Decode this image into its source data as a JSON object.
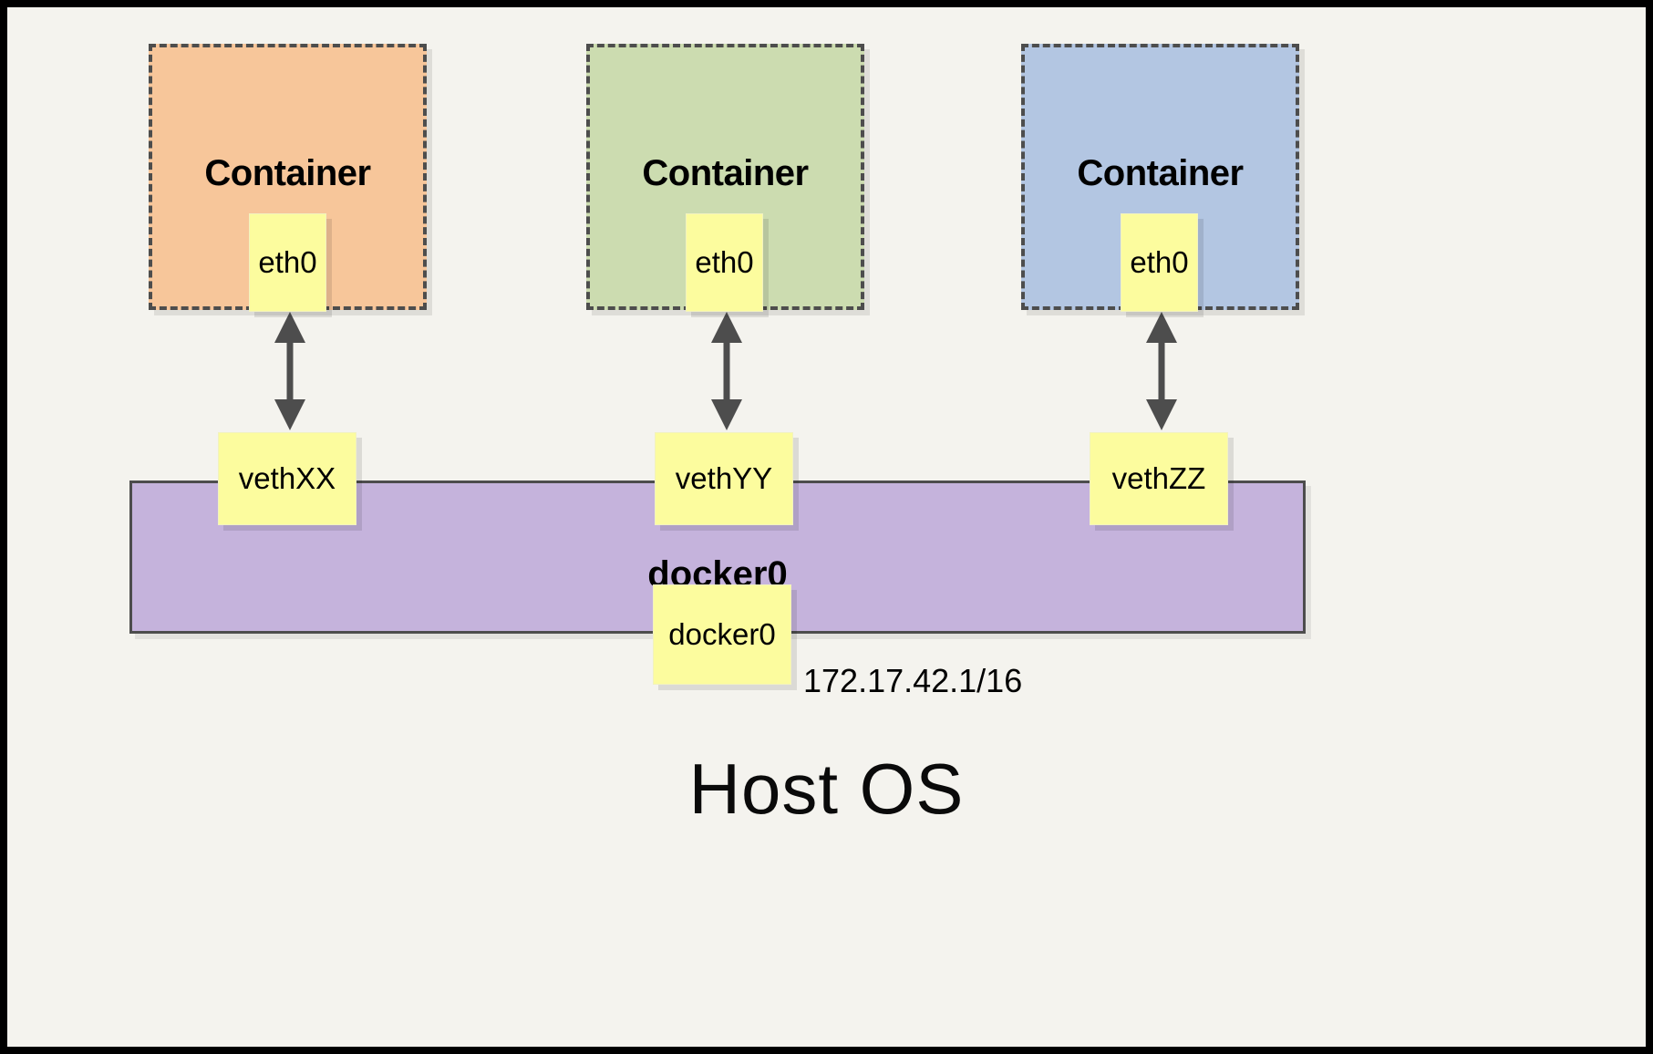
{
  "diagram": {
    "title_text": "Host OS",
    "bridge": {
      "name": "docker0",
      "port_label": "docker0",
      "ip": "172.17.42.1/16",
      "fill_color": "#c5b3dc",
      "border_color": "#4d4d4d"
    },
    "containers": [
      {
        "label": "Container",
        "interface": "eth0",
        "veth": "vethXX",
        "fill_color": "#f7c69a"
      },
      {
        "label": "Container",
        "interface": "eth0",
        "veth": "vethYY",
        "fill_color": "#ccdcb0"
      },
      {
        "label": "Container",
        "interface": "eth0",
        "veth": "vethZZ",
        "fill_color": "#b3c6e2"
      }
    ],
    "colors": {
      "canvas_background": "#f4f3ee",
      "frame_border": "#000000",
      "node_fill": "#fcfc9e",
      "arrow": "#4d4d4d",
      "dashed_border": "#4d4d4d"
    }
  }
}
